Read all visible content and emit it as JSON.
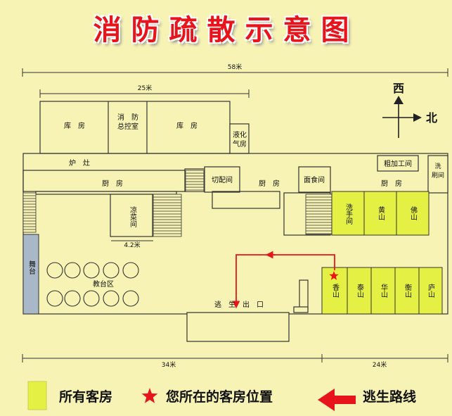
{
  "title": "消防疏散示意图",
  "dimensions": {
    "overall": "58米",
    "top_block": "25米",
    "left_span": "34米",
    "right_span": "24米",
    "cold_room": "4.2米"
  },
  "compass": {
    "west": "西",
    "north": "北"
  },
  "rooms": {
    "storage_left": "库　房",
    "fire_control_line1": "消　防",
    "fire_control_line2": "总控室",
    "storage_right": "库　房",
    "lpg_line1": "液化",
    "lpg_line2": "气房",
    "stove": "炉　灶",
    "kitchen_left": "厨　房",
    "prep_room": "切配间",
    "kitchen_mid": "厨　房",
    "noodle_room": "面食间",
    "rough_processing": "粗加工间",
    "dish_wash_line1": "洗",
    "dish_wash_line2": "刷间",
    "kitchen_right": "厨　房",
    "cold_dish": "凉菜间",
    "stage": "舞台",
    "teaching_area": "教台区",
    "exit": "逃　生　出　口",
    "washroom": "洗手间"
  },
  "guest_rooms": [
    "黄山",
    "佛山",
    "香山",
    "泰山",
    "华山",
    "衡山",
    "庐山"
  ],
  "legend": {
    "all_rooms": "所有客房",
    "your_room": "您所在的客房位置",
    "escape_route": "逃生路线"
  },
  "colors": {
    "background": "#f7f3b5",
    "guest_room": "#e4f044",
    "title_red": "#e8141c",
    "route_red": "#e8141c",
    "stage_blue": "#a8b8c8",
    "wall": "#333333"
  }
}
